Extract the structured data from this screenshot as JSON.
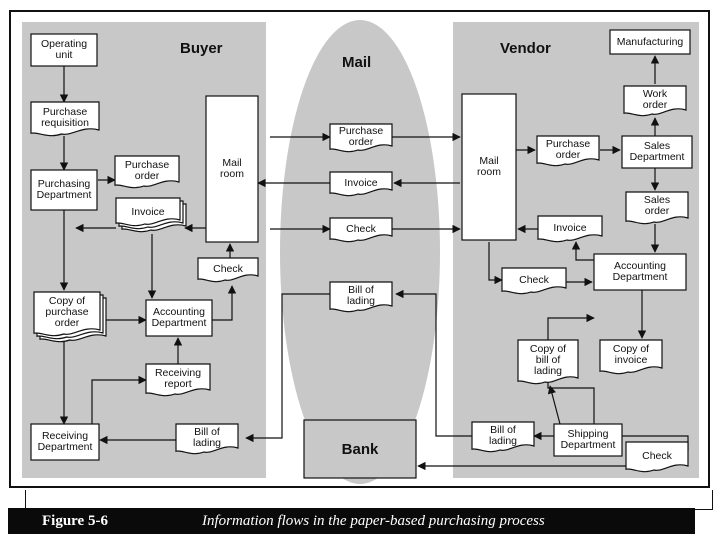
{
  "regions": {
    "buyer": "Buyer",
    "mail": "Mail",
    "vendor": "Vendor"
  },
  "buyer": {
    "operating_unit": "Operating\nunit",
    "purchase_requisition": "Purchase\nrequisition",
    "purchasing_department": "Purchasing\nDepartment",
    "purchase_order": "Purchase\norder",
    "invoice": "Invoice",
    "mail_room": "Mail\nroom",
    "check": "Check",
    "copy_of_purchase_order": "Copy of\npurchase\norder",
    "accounting_department": "Accounting\nDepartment",
    "receiving_report": "Receiving\nreport",
    "receiving_department": "Receiving\nDepartment",
    "bill_of_lading": "Bill of\nlading"
  },
  "mail": {
    "purchase_order": "Purchase\norder",
    "invoice": "Invoice",
    "check": "Check",
    "bill_of_lading": "Bill of\nlading"
  },
  "bank": "Bank",
  "vendor": {
    "manufacturing": "Manufacturing",
    "work_order": "Work\norder",
    "mail_room": "Mail\nroom",
    "purchase_order": "Purchase\norder",
    "sales_department": "Sales\nDepartment",
    "sales_order": "Sales\norder",
    "invoice": "Invoice",
    "check": "Check",
    "accounting_department": "Accounting\nDepartment",
    "copy_of_bill_of_lading": "Copy of\nbill of\nlading",
    "copy_of_invoice": "Copy of\ninvoice",
    "bill_of_lading": "Bill of\nlading",
    "shipping_department": "Shipping\nDepartment",
    "check2": "Check"
  },
  "caption": {
    "number": "Figure 5-6",
    "text": "Information flows in the paper-based purchasing process"
  },
  "colors": {
    "panel": "#c8c8c8",
    "line": "#111111",
    "box": "#ffffff"
  }
}
